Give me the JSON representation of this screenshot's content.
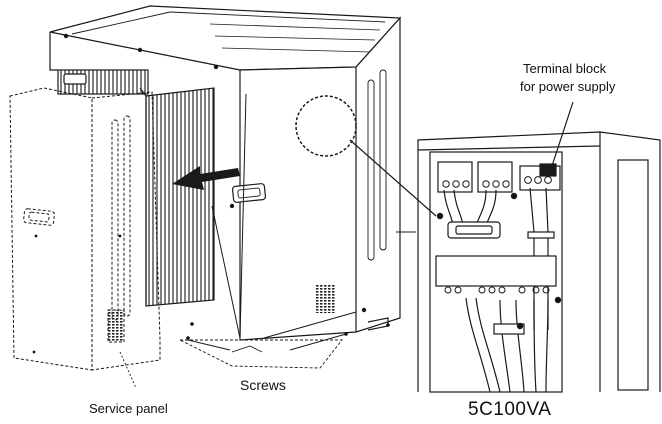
{
  "labels": {
    "terminal_block_line1": "Terminal block",
    "terminal_block_line2": "for power supply",
    "screws": "Screws",
    "service_panel": "Service panel",
    "model": "5C100VA"
  },
  "colors": {
    "stroke": "#1a1a1a",
    "arrow": "#1a1a1a",
    "background": "#ffffff"
  }
}
